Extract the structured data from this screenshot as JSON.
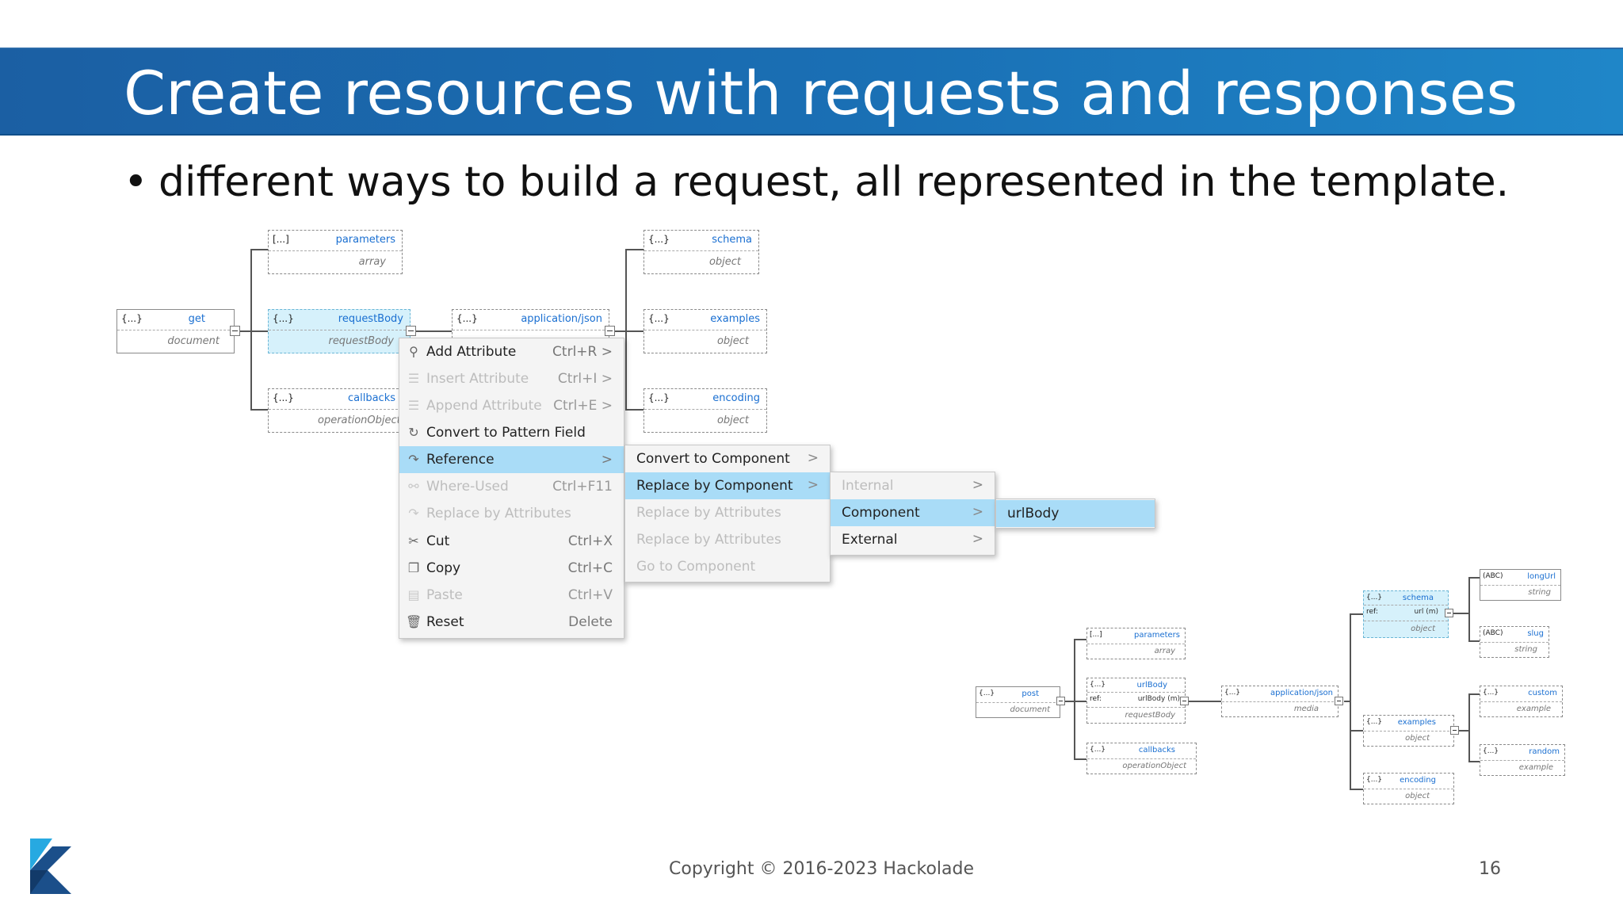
{
  "slide": {
    "title": "Create resources with requests and responses",
    "bullet": "different ways to build a request, all represented in the template.",
    "copyright": "Copyright © 2016-2023 Hackolade",
    "page_number": "16"
  },
  "tree_left": {
    "get": {
      "bracket": "{...}",
      "name": "get",
      "type": "document"
    },
    "parameters": {
      "bracket": "[...]",
      "name": "parameters",
      "type": "array"
    },
    "requestBody": {
      "bracket": "{...}",
      "name": "requestBody",
      "type": "requestBody"
    },
    "callbacks": {
      "bracket": "{...}",
      "name": "callbacks",
      "type": "operationObject"
    },
    "application_json": {
      "bracket": "{...}",
      "name": "application/json"
    },
    "schema": {
      "bracket": "{...}",
      "name": "schema",
      "type": "object"
    },
    "examples": {
      "bracket": "{...}",
      "name": "examples",
      "type": "object"
    },
    "encoding": {
      "bracket": "{...}",
      "name": "encoding",
      "type": "object"
    }
  },
  "context_menu": {
    "items": [
      {
        "label": "Add Attribute",
        "shortcut": "Ctrl+R >",
        "icon": "add-attribute-icon"
      },
      {
        "label": "Insert Attribute",
        "shortcut": "Ctrl+I >",
        "icon": "insert-attribute-icon"
      },
      {
        "label": "Append Attribute",
        "shortcut": "Ctrl+E >",
        "icon": "append-attribute-icon"
      },
      {
        "label": "Convert to Pattern Field",
        "shortcut": "",
        "icon": "convert-icon"
      },
      {
        "label": "Reference",
        "shortcut": ">",
        "icon": "reference-icon"
      },
      {
        "label": "Where-Used",
        "shortcut": "Ctrl+F11",
        "icon": "where-used-icon"
      },
      {
        "label": "Replace by Attributes",
        "shortcut": "",
        "icon": "replace-icon"
      },
      {
        "label": "Cut",
        "shortcut": "Ctrl+X",
        "icon": "cut-icon"
      },
      {
        "label": "Copy",
        "shortcut": "Ctrl+C",
        "icon": "copy-icon"
      },
      {
        "label": "Paste",
        "shortcut": "Ctrl+V",
        "icon": "paste-icon"
      },
      {
        "label": "Reset",
        "shortcut": "Delete",
        "icon": "reset-icon"
      }
    ]
  },
  "reference_submenu": {
    "items": [
      {
        "label": "Convert to Component",
        "arrow": ">"
      },
      {
        "label": "Replace by Component",
        "arrow": ">"
      },
      {
        "label": "Replace by Attributes"
      },
      {
        "label": "Replace by Attributes"
      },
      {
        "label": "Go to Component"
      }
    ]
  },
  "component_submenu": {
    "items": [
      {
        "label": "Internal",
        "arrow": ">"
      },
      {
        "label": "Component",
        "arrow": ">"
      },
      {
        "label": "External",
        "arrow": ">"
      }
    ]
  },
  "component_list": {
    "items": [
      {
        "label": "urlBody"
      }
    ]
  },
  "tree_right": {
    "post": {
      "bracket": "{...}",
      "name": "post",
      "type": "document"
    },
    "parameters": {
      "bracket": "[...]",
      "name": "parameters",
      "type": "array"
    },
    "urlBody": {
      "bracket": "{...}",
      "name": "urlBody",
      "ref_label": "ref:",
      "ref_value": "urlBody (m)",
      "type": "requestBody"
    },
    "callbacks": {
      "bracket": "{...}",
      "name": "callbacks",
      "type": "operationObject"
    },
    "application_json": {
      "bracket": "{...}",
      "name": "application/json",
      "type": "media"
    },
    "schema": {
      "bracket": "{...}",
      "name": "schema",
      "ref_label": "ref:",
      "ref_value": "url (m)",
      "type": "object"
    },
    "examples": {
      "bracket": "{...}",
      "name": "examples",
      "type": "object"
    },
    "encoding": {
      "bracket": "{...}",
      "name": "encoding",
      "type": "object"
    },
    "longUrl": {
      "bracket": "(ABC)",
      "name": "longUrl",
      "type": "string"
    },
    "slug": {
      "bracket": "(ABC)",
      "name": "slug",
      "type": "string"
    },
    "custom": {
      "bracket": "{...}",
      "name": "custom",
      "type": "example"
    },
    "random": {
      "bracket": "{...}",
      "name": "random",
      "type": "example"
    }
  },
  "colors": {
    "title_bar": "#1a70b5",
    "highlight": "#a9dcf7",
    "selected_node": "#d6f1fb",
    "link": "#1a6fd1"
  }
}
